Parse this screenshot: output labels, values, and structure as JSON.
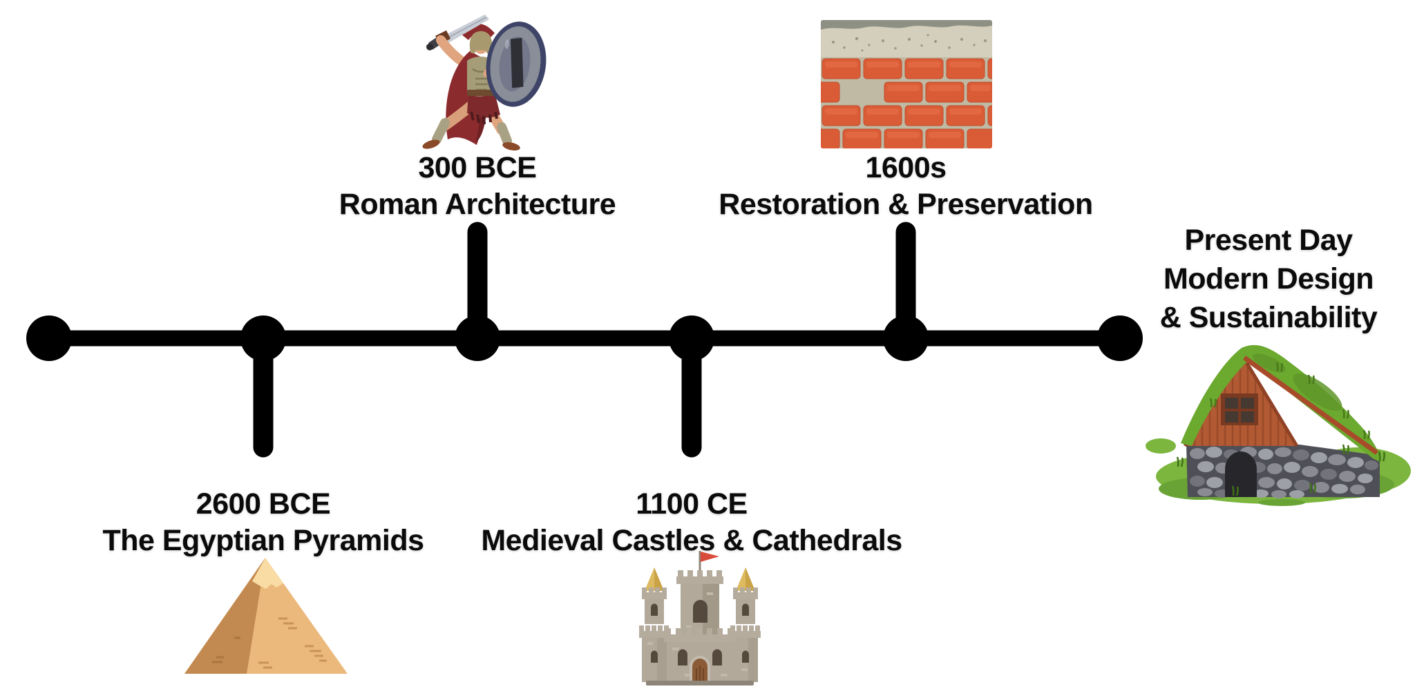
{
  "page": {
    "background": "#ffffff",
    "description": "Timeline infographic of the history of architecture"
  },
  "timeline": {
    "line_color": "#000000",
    "node_count": 6,
    "events": [
      {
        "date": "2600 BCE",
        "title": "The Egyptian Pyramids",
        "side": "below",
        "icon": "pyramid-icon"
      },
      {
        "date": "300 BCE",
        "title": "Roman Architecture",
        "side": "above",
        "icon": "roman-soldier-icon"
      },
      {
        "date": "1100 CE",
        "title": "Medieval Castles & Cathedrals",
        "side": "below",
        "icon": "castle-icon"
      },
      {
        "date": "1600s",
        "title": "Restoration & Preservation",
        "side": "above",
        "icon": "brick-wall-icon"
      },
      {
        "date": "Present Day",
        "title_line_1": "Modern Design",
        "title_line_2": "& Sustainability",
        "side": "right-of-line",
        "icon": "turf-house-icon"
      }
    ]
  },
  "colors": {
    "text": "#0b0b0b",
    "timeline": "#000000",
    "pyramid_face": "#ecb97c",
    "pyramid_shadow_face": "#c28a50",
    "pyramid_cap": "#f8dca4",
    "brick_red": "#d95c36",
    "mortar": "#c0b9a4",
    "concrete_cap": "#d3cfbc",
    "castle_stone": "#b2a99b",
    "castle_spire_gold": "#ddb95f",
    "castle_flag_red": "#d84b3a",
    "castle_door_brown": "#8a5b36",
    "soldier_cape_crimson": "#8c2b2e",
    "soldier_armor_bronze": "#a59c78",
    "shield_gray": "#8a8e99",
    "shield_rim_blue": "#3e4467",
    "turf_roof_green": "#6ba92f",
    "lawn_green": "#7cb63e",
    "gable_wood": "#b25a33",
    "stone_gray": "#8b8b94"
  }
}
